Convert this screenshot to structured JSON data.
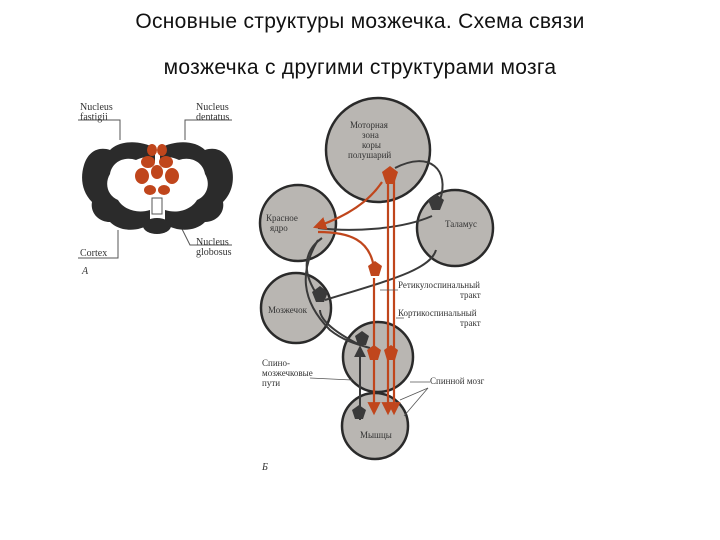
{
  "title": {
    "line1": "Основные структуры мозжечка. Схема связи",
    "line2": "мозжечка с другими структурами мозга"
  },
  "panel_a": {
    "label": "А",
    "nucleus_fastigii": [
      "Nucleus",
      "fastigii"
    ],
    "nucleus_dentatus": [
      "Nucleus",
      "dentatus"
    ],
    "cortex": "Cortex",
    "nucleus_globosus": [
      "Nucleus",
      "globosus"
    ]
  },
  "panel_b": {
    "label": "Б",
    "motor_cortex": [
      "Моторная",
      "зона",
      "коры",
      "полушарий"
    ],
    "thalamus": "Таламус",
    "red_nucleus": [
      "Красное",
      "ядро"
    ],
    "cerebellum": "Мозжечок",
    "reticulospinal": [
      "Ретикулоспинальный",
      "тракт"
    ],
    "corticospinal": [
      "Кортикоспинальный",
      "тракт"
    ],
    "spinocerebellar": [
      "Спино-",
      "мозжечковые",
      "пути"
    ],
    "spinal_cord": "Спинной мозг",
    "muscles": "Мышцы"
  },
  "colors": {
    "pathway_red": "#c0461c",
    "pathway_dark": "#3a3a3a",
    "structure_fill": "#b9b6b2",
    "nucleus_orange": "#c0461c"
  }
}
